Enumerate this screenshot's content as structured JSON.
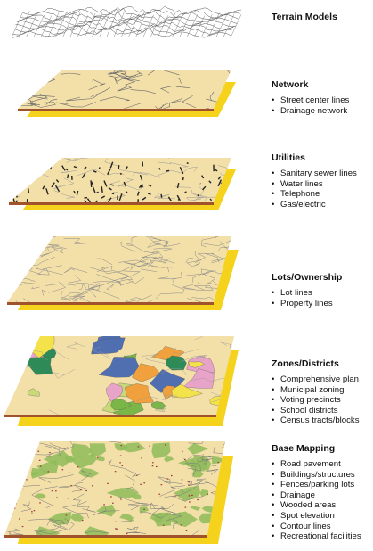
{
  "layers": [
    {
      "title": "Terrain Models",
      "items": []
    },
    {
      "title": "Network",
      "items": [
        "Street center lines",
        "Drainage network"
      ]
    },
    {
      "title": "Utilities",
      "items": [
        "Sanitary sewer lines",
        "Water lines",
        "Telephone",
        "Gas/electric"
      ]
    },
    {
      "title": "Lots/Ownership",
      "items": [
        "Lot lines",
        "Property lines"
      ]
    },
    {
      "title": "Zones/Districts",
      "items": [
        "Comprehensive plan",
        "Municipal zoning",
        "Voting precincts",
        "School districts",
        "Census tracts/blocks"
      ]
    },
    {
      "title": "Base Mapping",
      "items": [
        "Road pavement",
        "Buildings/structures",
        "Fences/parking lots",
        "Drainage",
        "Wooded areas",
        "Spot elevation",
        "Contour lines",
        "Recreational facilities"
      ]
    }
  ],
  "colors": {
    "map_surface": "#f3dfa8",
    "shadow_sheet": "#f5d21c",
    "edge": "#a0522d",
    "lines": "#6b6b6b",
    "zone_green": "#7ab648",
    "zone_pink": "#e7a3c8",
    "zone_blue": "#4f6fb0",
    "zone_orange": "#f0a03c",
    "zone_yellow": "#f3e24a",
    "base_green": "#8fbc5a"
  }
}
